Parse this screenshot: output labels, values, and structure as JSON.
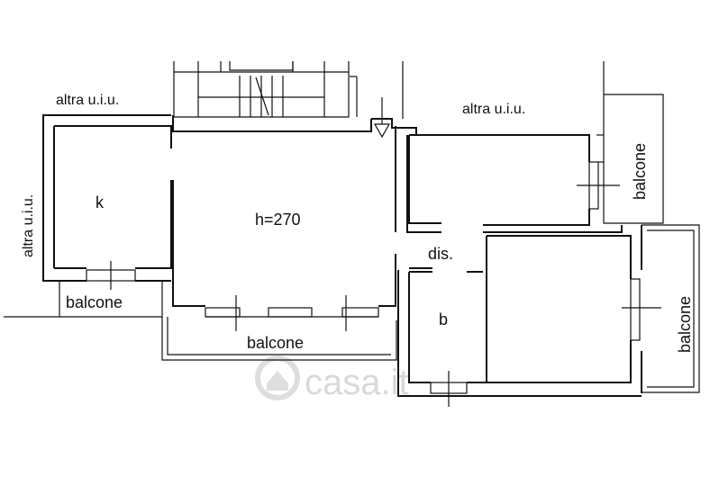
{
  "plan": {
    "labels": {
      "altra_uiu_top_left": "altra u.i.u.",
      "altra_uiu_top_right": "altra u.i.u.",
      "altra_uiu_left": "altra u.i.u.",
      "kitchen": "k",
      "living_height": "h=270",
      "hallway": "dis.",
      "bathroom": "b",
      "balcone_kitchen": "balcone",
      "balcone_living": "balcone",
      "balcone_right_upper": "balcone",
      "balcone_right_lower": "balcone"
    },
    "watermark": "casa.it"
  }
}
